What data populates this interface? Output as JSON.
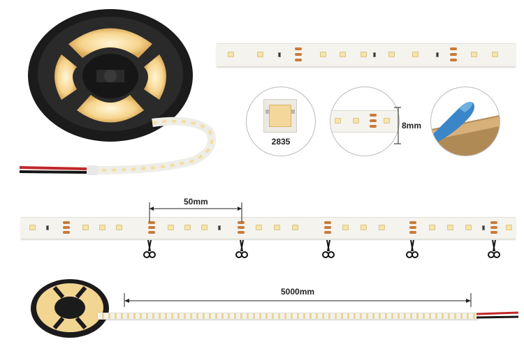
{
  "labels": {
    "chip_type": "2835",
    "width": "8mm",
    "cut_spacing": "50mm",
    "length": "5000mm"
  },
  "icons": {
    "scissors": "scissors-icon",
    "reel": "led-strip-reel",
    "tape": "adhesive-tape-peel"
  },
  "colors": {
    "led_warm": "#f6e4a8",
    "copper_pad": "#c97b3a",
    "tape_blue": "#3a86c8",
    "reel_black": "#1b1b1b",
    "wire_red": "#c0282a"
  }
}
